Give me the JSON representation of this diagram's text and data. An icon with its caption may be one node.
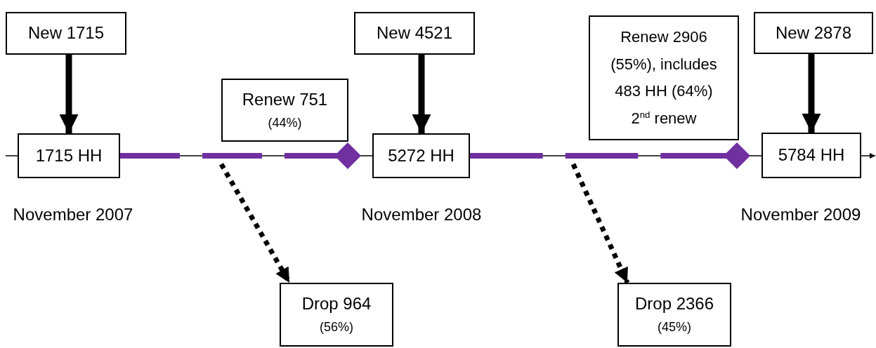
{
  "diagram": {
    "nodes": [
      {
        "text": [
          "New 1715"
        ]
      },
      {
        "text": [
          "1715 HH"
        ],
        "beside": [
          "November 2007"
        ]
      },
      {
        "text": [
          "Renew 751",
          "(44%)"
        ]
      },
      {
        "text": [
          "New 4521"
        ]
      },
      {
        "text": [
          "5272 HH"
        ],
        "beside": [
          "November 2008"
        ]
      },
      {
        "text": [
          "Renew 2906 (55%), includes 483 HH (64%) 2$^{nd}$ renew"
        ]
      },
      {
        "text": [
          "New 2878"
        ]
      },
      {
        "text": [
          "5784 HH"
        ],
        "beside": [
          "November 2009"
        ]
      },
      {
        "text": [
          "Drop 964",
          "(56%)"
        ]
      },
      {
        "text": [
          "Drop 2366",
          "(45%)"
        ]
      }
    ],
    "edges": [
      {
        "from": 0,
        "to": 1,
        "arrow": "to"
      },
      {
        "from": 3,
        "to": 4,
        "arrow": "to"
      },
      {
        "from": 6,
        "to": 7,
        "arrow": "to"
      },
      {
        "from": 1,
        "to": 4,
        "arrow": "other",
        "style": "dashed",
        "color": "#7030a0"
      },
      {
        "from": 4,
        "to": 7,
        "arrow": "other",
        "style": "dashed",
        "color": "#7030a0"
      },
      {
        "from": null,
        "to": 8,
        "arrow": "to",
        "style": "dashed"
      },
      {
        "from": null,
        "to": 9,
        "arrow": "to",
        "style": "dashed"
      },
      {
        "from": null,
        "to": 1,
        "arrow": "none"
      },
      {
        "from": 7,
        "to": null,
        "arrow": "to"
      },
      {
        "from": 1,
        "to": 4,
        "arrow": "none"
      },
      {
        "from": 4,
        "to": 7,
        "arrow": "none"
      }
    ]
  }
}
